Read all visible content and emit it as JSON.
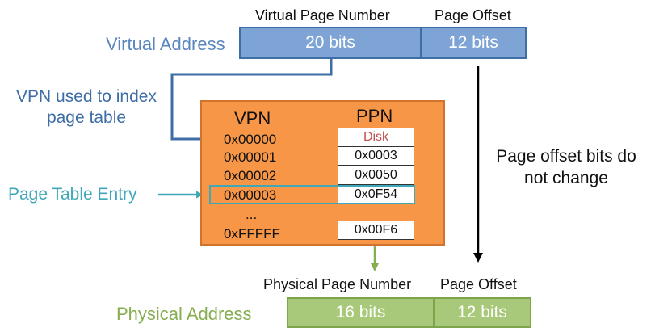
{
  "virtual_address": {
    "title": "Virtual Address",
    "vpn_header": "Virtual Page Number",
    "offset_header": "Page Offset",
    "vpn_bits": "20 bits",
    "offset_bits": "12 bits"
  },
  "vpn_note": {
    "line1": "VPN used to index",
    "line2": "page table"
  },
  "page_table": {
    "vpn_col": "VPN",
    "ppn_col": "PPN",
    "rows": [
      {
        "vpn": "0x00000",
        "ppn": "Disk"
      },
      {
        "vpn": "0x00001",
        "ppn": "0x0003"
      },
      {
        "vpn": "0x00002",
        "ppn": "0x0050"
      },
      {
        "vpn": "0x00003",
        "ppn": "0x0F54"
      }
    ],
    "ellipsis": "...",
    "last_row": {
      "vpn": "0xFFFFF",
      "ppn": "0x00F6"
    }
  },
  "pte_label": "Page Table Entry",
  "offset_note": {
    "line1": "Page offset bits do",
    "line2": "not change"
  },
  "physical_address": {
    "title": "Physical Address",
    "ppn_header": "Physical Page Number",
    "offset_header": "Page Offset",
    "ppn_bits": "16 bits",
    "offset_bits": "12 bits"
  },
  "colors": {
    "virtual_blue": "#7ea4d6",
    "physical_green": "#a9c97a",
    "table_orange": "#f79646",
    "pte_teal": "#3fa8b8",
    "disk_red": "#c0504d"
  }
}
